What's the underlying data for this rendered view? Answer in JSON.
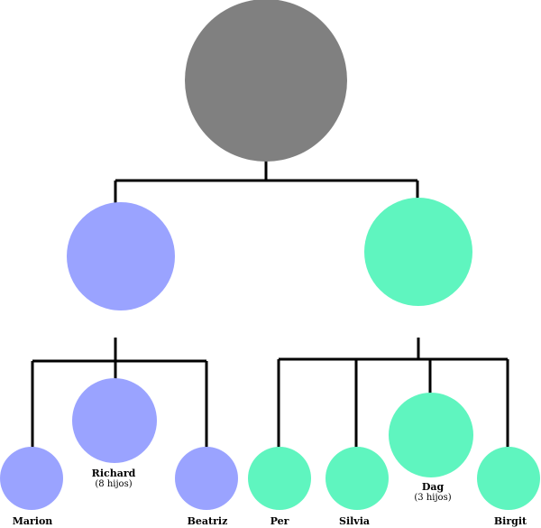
{
  "colors": {
    "root": "#808080",
    "left_family": "#9aa3ff",
    "right_family": "#5ff5bf",
    "line": "#000000",
    "background": "#ffffff"
  },
  "tree": {
    "root": {
      "label": ""
    },
    "left": {
      "parent": {
        "label": ""
      },
      "children": [
        {
          "name": "Marion",
          "note": ""
        },
        {
          "name": "Richard",
          "note": "(8 hijos)"
        },
        {
          "name": "Beatriz",
          "note": ""
        }
      ]
    },
    "right": {
      "parent": {
        "label": ""
      },
      "children": [
        {
          "name": "Per",
          "note": ""
        },
        {
          "name": "Silvia",
          "note": ""
        },
        {
          "name": "Dag",
          "note": "(3 hijos)"
        },
        {
          "name": "Birgit",
          "note": ""
        }
      ]
    }
  }
}
